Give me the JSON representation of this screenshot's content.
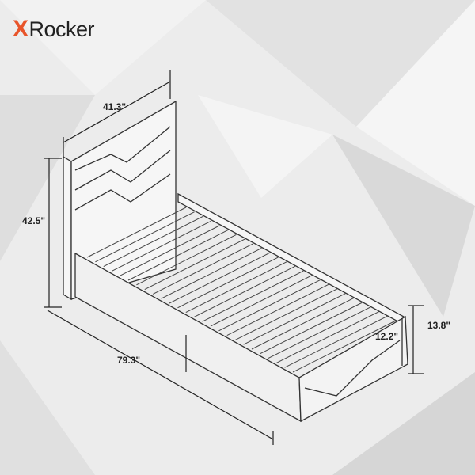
{
  "brand": {
    "logo_x": "X",
    "logo_text": "Rocker",
    "accent": "#e8542a"
  },
  "dimensions": {
    "headboard_width": "41.3\"",
    "headboard_height": "42.5\"",
    "length": "79.3\"",
    "footboard_height": "12.2\"",
    "total_side_height": "13.8\""
  }
}
